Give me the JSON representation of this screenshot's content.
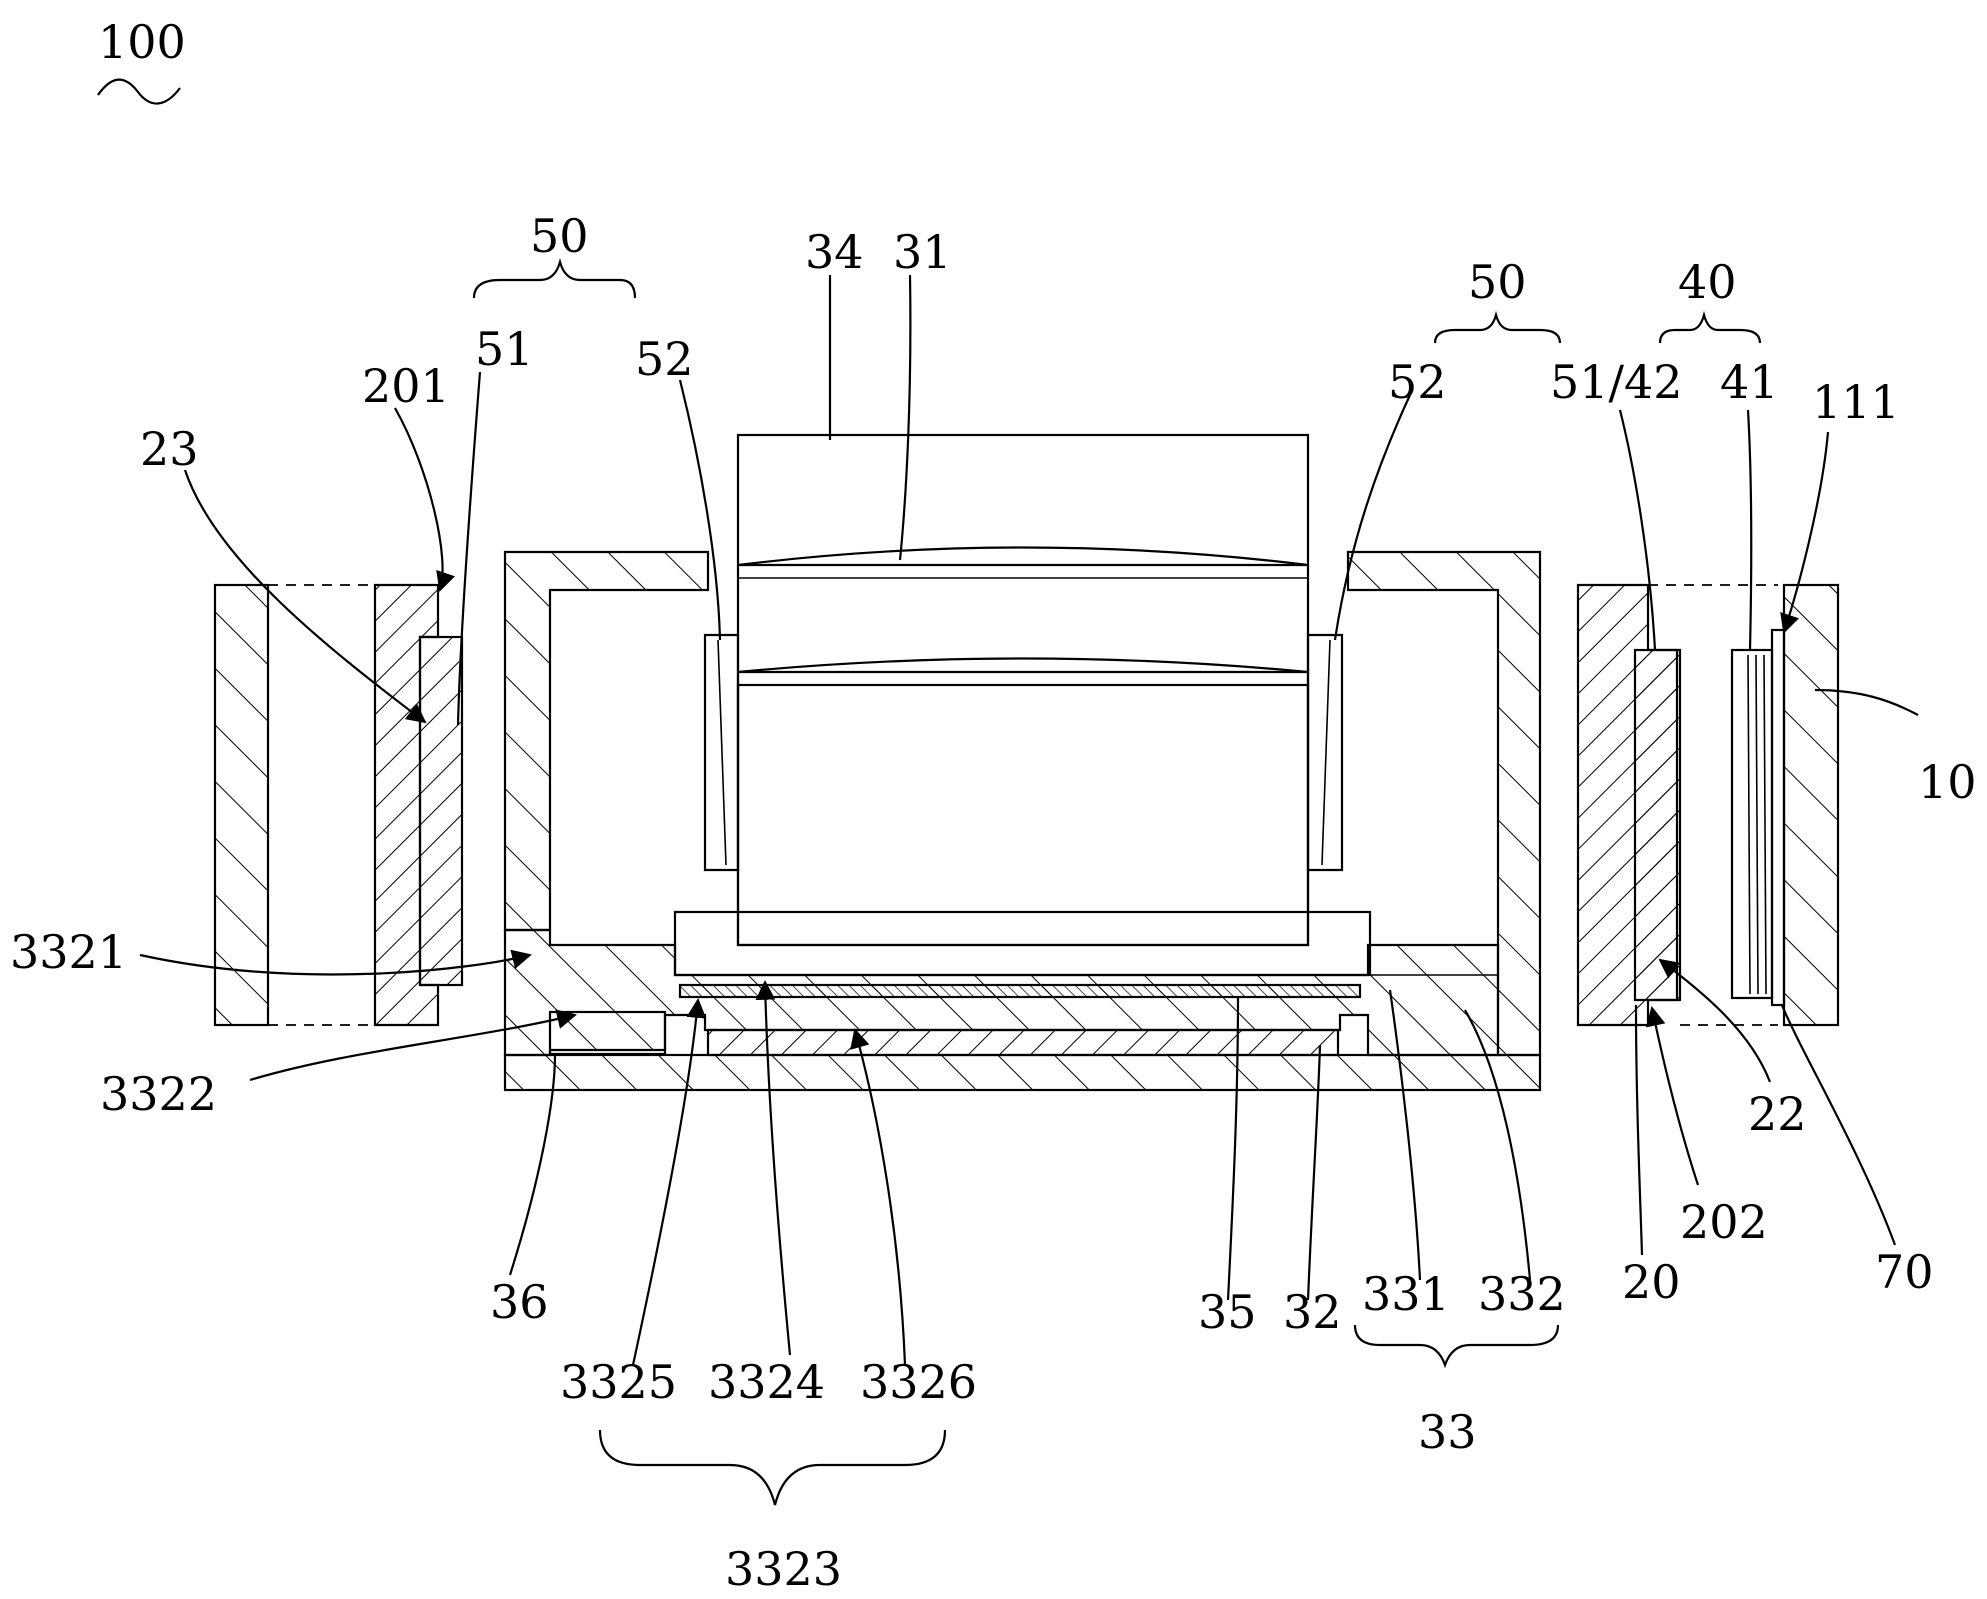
{
  "figure_label": "100",
  "labels": [
    {
      "id": "50-left",
      "text": "50"
    },
    {
      "id": "51-left",
      "text": "51"
    },
    {
      "id": "52-left",
      "text": "52"
    },
    {
      "id": "201",
      "text": "201"
    },
    {
      "id": "23",
      "text": "23"
    },
    {
      "id": "34",
      "text": "34"
    },
    {
      "id": "31",
      "text": "31"
    },
    {
      "id": "50-right",
      "text": "50"
    },
    {
      "id": "52-right",
      "text": "52"
    },
    {
      "id": "40",
      "text": "40"
    },
    {
      "id": "51-42",
      "text": "51/42"
    },
    {
      "id": "41",
      "text": "41"
    },
    {
      "id": "111",
      "text": "111"
    },
    {
      "id": "10",
      "text": "10"
    },
    {
      "id": "3321",
      "text": "3321"
    },
    {
      "id": "3322",
      "text": "3322"
    },
    {
      "id": "36",
      "text": "36"
    },
    {
      "id": "3325",
      "text": "3325"
    },
    {
      "id": "3324",
      "text": "3324"
    },
    {
      "id": "3326",
      "text": "3326"
    },
    {
      "id": "3323",
      "text": "3323"
    },
    {
      "id": "35",
      "text": "35"
    },
    {
      "id": "32",
      "text": "32"
    },
    {
      "id": "331",
      "text": "331"
    },
    {
      "id": "332",
      "text": "332"
    },
    {
      "id": "33",
      "text": "33"
    },
    {
      "id": "20",
      "text": "20"
    },
    {
      "id": "202",
      "text": "202"
    },
    {
      "id": "22",
      "text": "22"
    },
    {
      "id": "70",
      "text": "70"
    }
  ]
}
